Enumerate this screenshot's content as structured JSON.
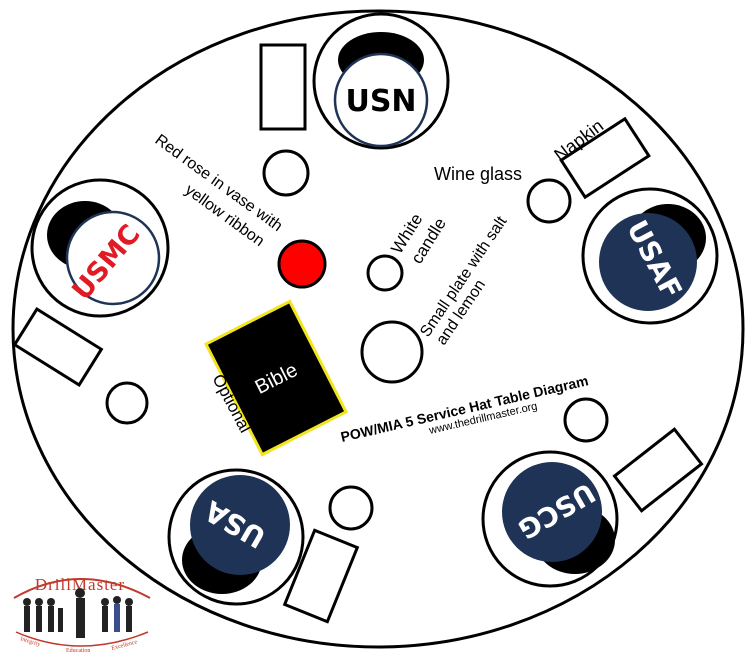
{
  "title": "POW/MIA 5 Service Hat Table Diagram",
  "website": "www.thedrillmaster.org",
  "hats": {
    "usn": "USN",
    "usmc": "USMC",
    "usaf": "USAF",
    "usa": "USA",
    "uscg": "USCG"
  },
  "labels": {
    "rose_line1": "Red rose in vase with",
    "rose_line2": "yellow ribbon",
    "candle_line1": "White",
    "candle_line2": "candle",
    "plate_line1": "Small plate with salt",
    "plate_line2": "and lemon",
    "wine_glass": "Wine glass",
    "napkin": "Napkin",
    "bible": "Bible",
    "optional": "Optional"
  },
  "logo": {
    "name": "DrillMaster",
    "mottos": [
      "Integrity",
      "Education",
      "Excellence"
    ]
  },
  "colors": {
    "navy": "#1e3356",
    "rose": "#ff0000",
    "usmc_red": "#e01b24",
    "bible_border": "#f2e51e",
    "logo_red": "#c0392b"
  }
}
